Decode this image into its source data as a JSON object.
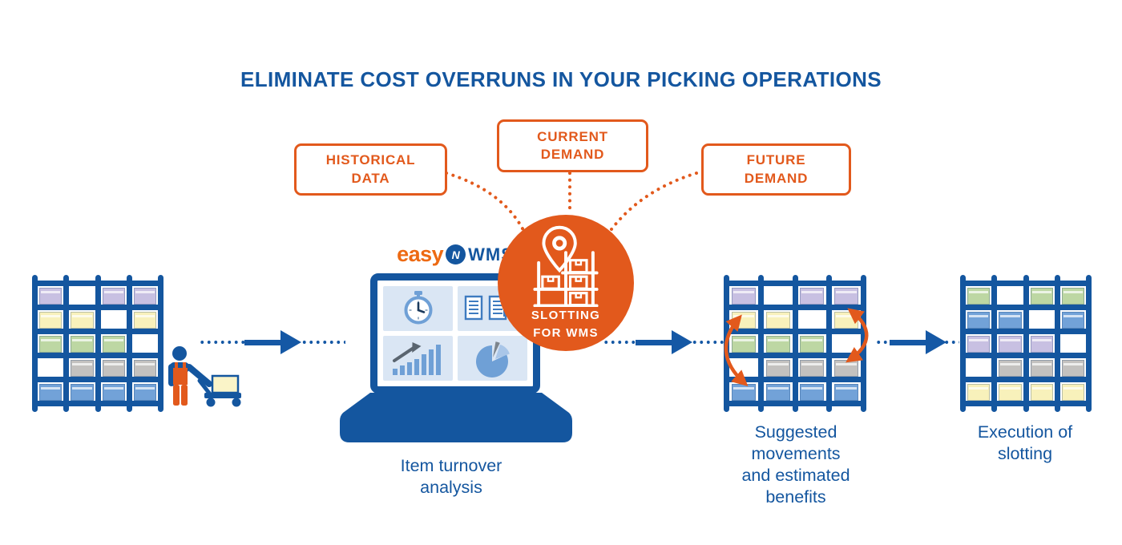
{
  "title": "ELIMINATE COST OVERRUNS IN YOUR PICKING OPERATIONS",
  "inputs": {
    "historical": [
      "HISTORICAL",
      "DATA"
    ],
    "current": [
      "CURRENT",
      "DEMAND"
    ],
    "future": [
      "FUTURE",
      "DEMAND"
    ]
  },
  "hub": {
    "lines": [
      "SLOTTING",
      "FOR WMS"
    ]
  },
  "logo": {
    "easy": "easy",
    "wms": "WMS",
    "icon_letter": "N"
  },
  "captions": {
    "analysis": [
      "Item turnover",
      "analysis"
    ],
    "suggested": [
      "Suggested",
      "movements",
      "and estimated",
      "benefits"
    ],
    "execution": [
      "Execution of",
      "slotting"
    ]
  },
  "racks": {
    "before": [
      [
        "purple",
        null,
        "purple",
        "purple"
      ],
      [
        "yellow",
        "yellow",
        null,
        "yellow"
      ],
      [
        "green",
        "green",
        "green",
        null
      ],
      [
        null,
        "gray",
        "gray",
        "gray"
      ],
      [
        "blue",
        "blue",
        "blue",
        "blue"
      ]
    ],
    "suggested": [
      [
        "purple",
        null,
        "purple",
        "purple"
      ],
      [
        "yellow",
        "yellow",
        null,
        "yellow"
      ],
      [
        "green",
        "green",
        "green",
        null
      ],
      [
        null,
        "gray",
        "gray",
        "gray"
      ],
      [
        "blue",
        "blue",
        "blue",
        "blue"
      ]
    ],
    "after": [
      [
        "green",
        null,
        "green",
        "green"
      ],
      [
        "blue",
        "blue",
        null,
        "blue"
      ],
      [
        "purple",
        "purple",
        "purple",
        null
      ],
      [
        null,
        "gray",
        "gray",
        "gray"
      ],
      [
        "yellow",
        "yellow",
        "yellow",
        "yellow"
      ]
    ]
  },
  "box_colors": {
    "purple": "#C8C0E2",
    "yellow": "#F8F1BB",
    "green": "#BDD7A3",
    "gray": "#C3C1BF",
    "blue": "#72A2D8"
  },
  "colors": {
    "brand_blue": "#14569F",
    "arrow_blue": "#1558A5",
    "accent_orange": "#E2591C",
    "logo_orange": "#ED6A13",
    "tile_background": "#DAE6F4",
    "tile_blue": "#6FA0D6",
    "cart_box_cream": "#FAF4C8"
  },
  "icons": {
    "hub": "location-pin-rack-icon",
    "tile_1": "stopwatch-icon",
    "tile_2": "documents-icon",
    "tile_3": "growth-bar-chart-icon",
    "tile_4": "pie-chart-icon",
    "worker": "warehouse-worker-with-hand-truck"
  }
}
